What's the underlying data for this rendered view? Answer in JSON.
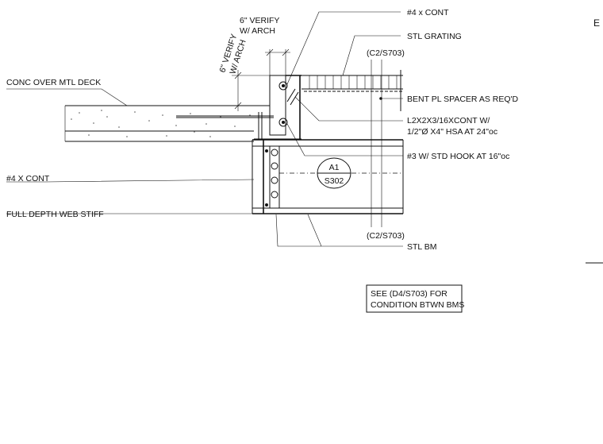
{
  "sheet": {
    "corner_mark": "E"
  },
  "labels": {
    "top_dim": [
      "6\" VERIFY",
      "W/ ARCH"
    ],
    "side_dim": [
      "6\" VERIFY",
      "W/ ARCH"
    ],
    "rebar_top": "#4 x CONT",
    "stl_grating": "STL GRATING",
    "ref_top": "(C2/S703)",
    "conc_deck": "CONC OVER MTL DECK",
    "bent_pl": "BENT PL SPACER AS REQ'D",
    "angle": [
      "L2X2X3/16XCONT W/",
      "1/2\"Ø X4\" HSA AT 24\"oc"
    ],
    "hook": "#3 W/ STD HOOK AT 16\"oc",
    "rebar_left": "#4 X CONT",
    "web_stiff": "FULL DEPTH WEB STIFF",
    "ref_bottom": "(C2/S703)",
    "stl_bm": "STL BM"
  },
  "section_tag": {
    "top": "A1",
    "bottom": "S302"
  },
  "note_box": {
    "lines": [
      "SEE (D4/S703) FOR",
      "CONDITION BTWN BMS"
    ]
  }
}
